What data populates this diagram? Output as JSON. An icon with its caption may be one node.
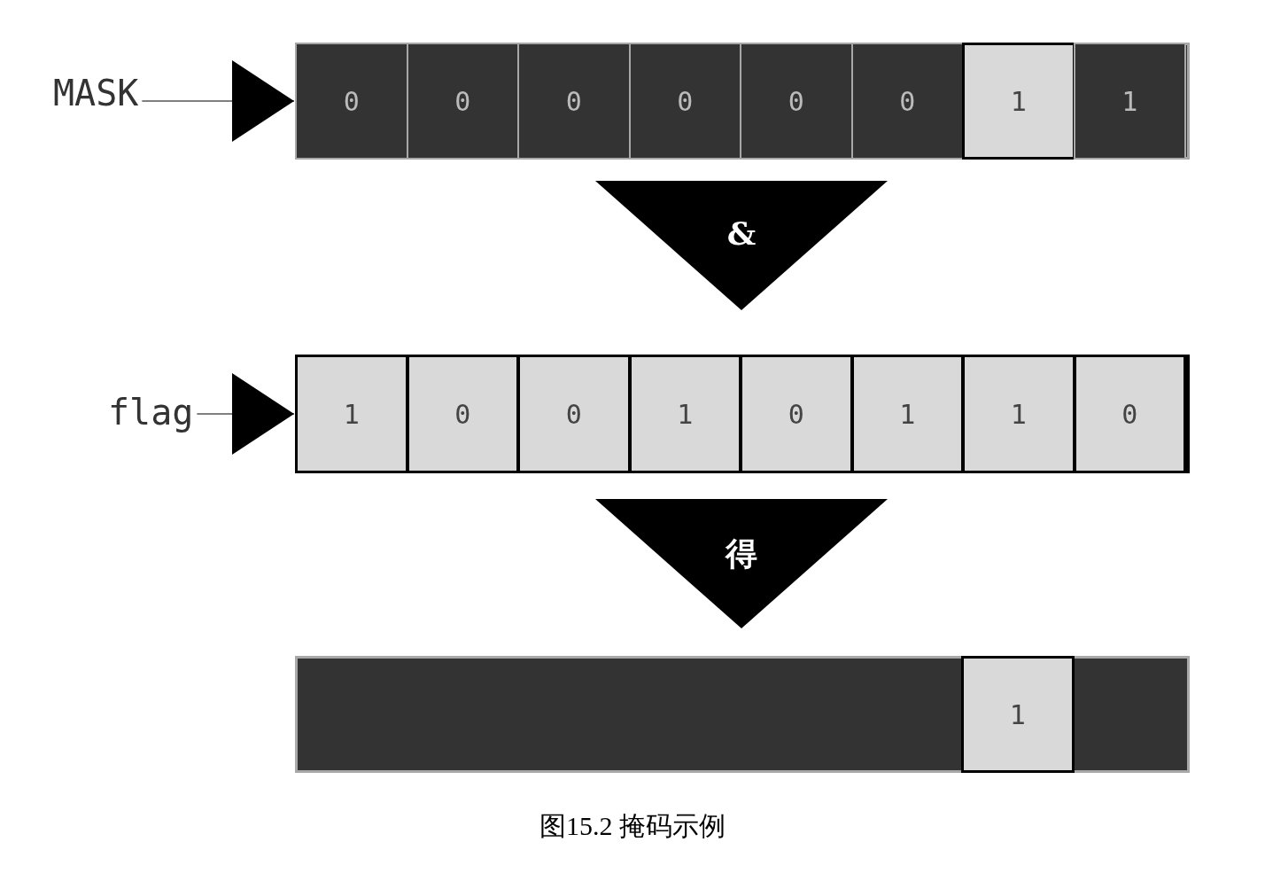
{
  "diagram": {
    "caption": "图15.2 掩码示例",
    "nodes": [
      {
        "text": [
          "MASK"
        ]
      },
      {
        "text": [],
        "shape": "bar"
      },
      {
        "text": [
          "0"
        ],
        "in": 1
      },
      {
        "text": [
          "0"
        ],
        "in": 1
      },
      {
        "text": [
          "0"
        ],
        "in": 1
      },
      {
        "text": [
          "0"
        ],
        "in": 1
      },
      {
        "text": [
          "0"
        ],
        "in": 1
      },
      {
        "text": [
          "0"
        ],
        "in": 1
      },
      {
        "text": [
          "1"
        ],
        "in": 1
      },
      {
        "text": [
          "1"
        ],
        "in": 1
      },
      {
        "text": [
          "&"
        ]
      },
      {
        "text": [
          "flag"
        ]
      },
      {
        "text": [],
        "shape": "bar"
      },
      {
        "text": [
          "1"
        ],
        "in": 12
      },
      {
        "text": [
          "0"
        ],
        "in": 12
      },
      {
        "text": [
          "0"
        ],
        "in": 12
      },
      {
        "text": [
          "1"
        ],
        "in": 12
      },
      {
        "text": [
          "0"
        ],
        "in": 12
      },
      {
        "text": [
          "1"
        ],
        "in": 12
      },
      {
        "text": [
          "1"
        ],
        "in": 12
      },
      {
        "text": [
          "0"
        ],
        "in": 12
      },
      {
        "text": [
          "得"
        ]
      },
      {
        "text": [],
        "shape": "bar"
      },
      {
        "text": [
          "1"
        ],
        "in": 22
      }
    ],
    "edges": [
      {
        "from": 0,
        "to": 1,
        "arrow": "to"
      },
      {
        "from": 11,
        "to": 12,
        "arrow": "to"
      }
    ]
  }
}
